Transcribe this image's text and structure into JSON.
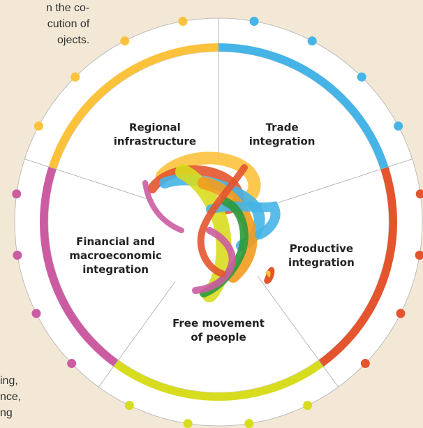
{
  "intro_text": [
    "n the co-",
    "cution of",
    "ojects."
  ],
  "footer_text": [
    "ing,",
    "nce,",
    "ng"
  ],
  "segments": [
    {
      "id": "trade",
      "label_lines": [
        "Trade",
        "integration"
      ],
      "color": "#46b4e6"
    },
    {
      "id": "productive",
      "label_lines": [
        "Productive",
        "integration"
      ],
      "color": "#e4542d"
    },
    {
      "id": "people",
      "label_lines": [
        "Free movement",
        "of people"
      ],
      "color": "#d8dc1e"
    },
    {
      "id": "financial",
      "label_lines": [
        "Financial and",
        "macroeconomic",
        "integration"
      ],
      "color": "#cc5ca2"
    },
    {
      "id": "infrastructure",
      "label_lines": [
        "Regional",
        "infrastructure"
      ],
      "color": "#fcc23c"
    }
  ],
  "colors": {
    "background": "#f2e8d5",
    "inner": "#ffffff",
    "ring_outer": "#ffffff",
    "divider": "#a9a9a9"
  }
}
